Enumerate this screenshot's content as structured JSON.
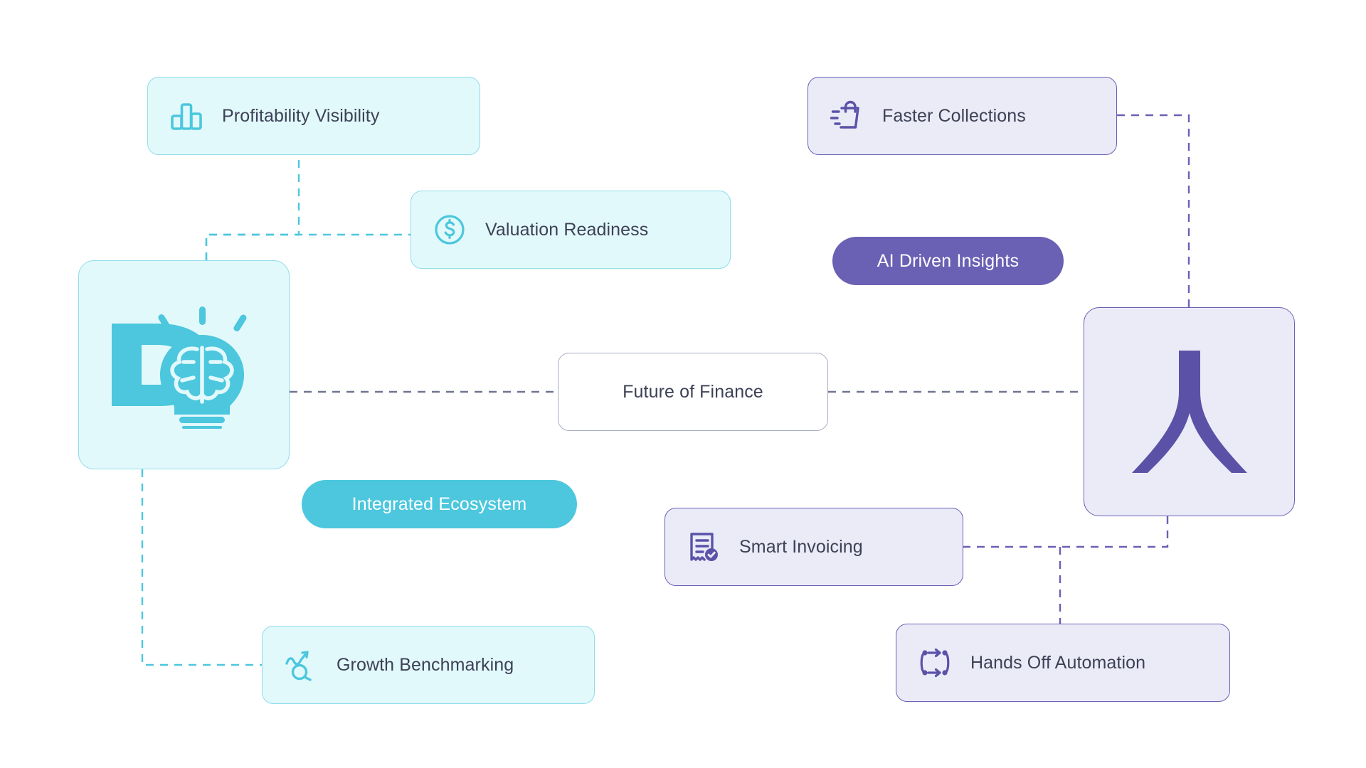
{
  "diagram": {
    "title": "Future of Finance ecosystem map",
    "center_node": {
      "label": "Future of Finance"
    },
    "left_brand": {
      "icon": "brain-lightbulb-d-logo",
      "color": "#4cc7dd"
    },
    "right_brand": {
      "icon": "arch-lambda-logo",
      "color": "#5b52a8"
    },
    "pills": [
      {
        "id": "ai-driven-insights",
        "label": "AI Driven Insights",
        "color": "#6a60b4"
      },
      {
        "id": "integrated-ecosystem",
        "label": "Integrated Ecosystem",
        "color": "#4cc7dd"
      }
    ],
    "left_nodes": [
      {
        "id": "profitability-visibility",
        "label": "Profitability Visibility",
        "icon": "bar-chart-icon"
      },
      {
        "id": "valuation-readiness",
        "label": "Valuation Readiness",
        "icon": "dollar-coin-icon"
      },
      {
        "id": "growth-benchmarking",
        "label": "Growth Benchmarking",
        "icon": "trend-search-icon"
      }
    ],
    "right_nodes": [
      {
        "id": "faster-collections",
        "label": "Faster Collections",
        "icon": "shopping-bag-speed-icon"
      },
      {
        "id": "smart-invoicing",
        "label": "Smart Invoicing",
        "icon": "invoice-check-icon"
      },
      {
        "id": "hands-off-automation",
        "label": "Hands Off Automation",
        "icon": "workflow-nodes-icon"
      }
    ],
    "colors": {
      "teal_fill": "#e2f9fc",
      "teal_stroke": "#8fdcea",
      "teal_accent": "#4cc7dd",
      "violet_fill": "#ebebf8",
      "violet_stroke": "#6a60b4",
      "violet_accent": "#5b52a8",
      "neutral_stroke": "#a9aec4",
      "text": "#3d4155",
      "background": "#ffffff"
    }
  }
}
